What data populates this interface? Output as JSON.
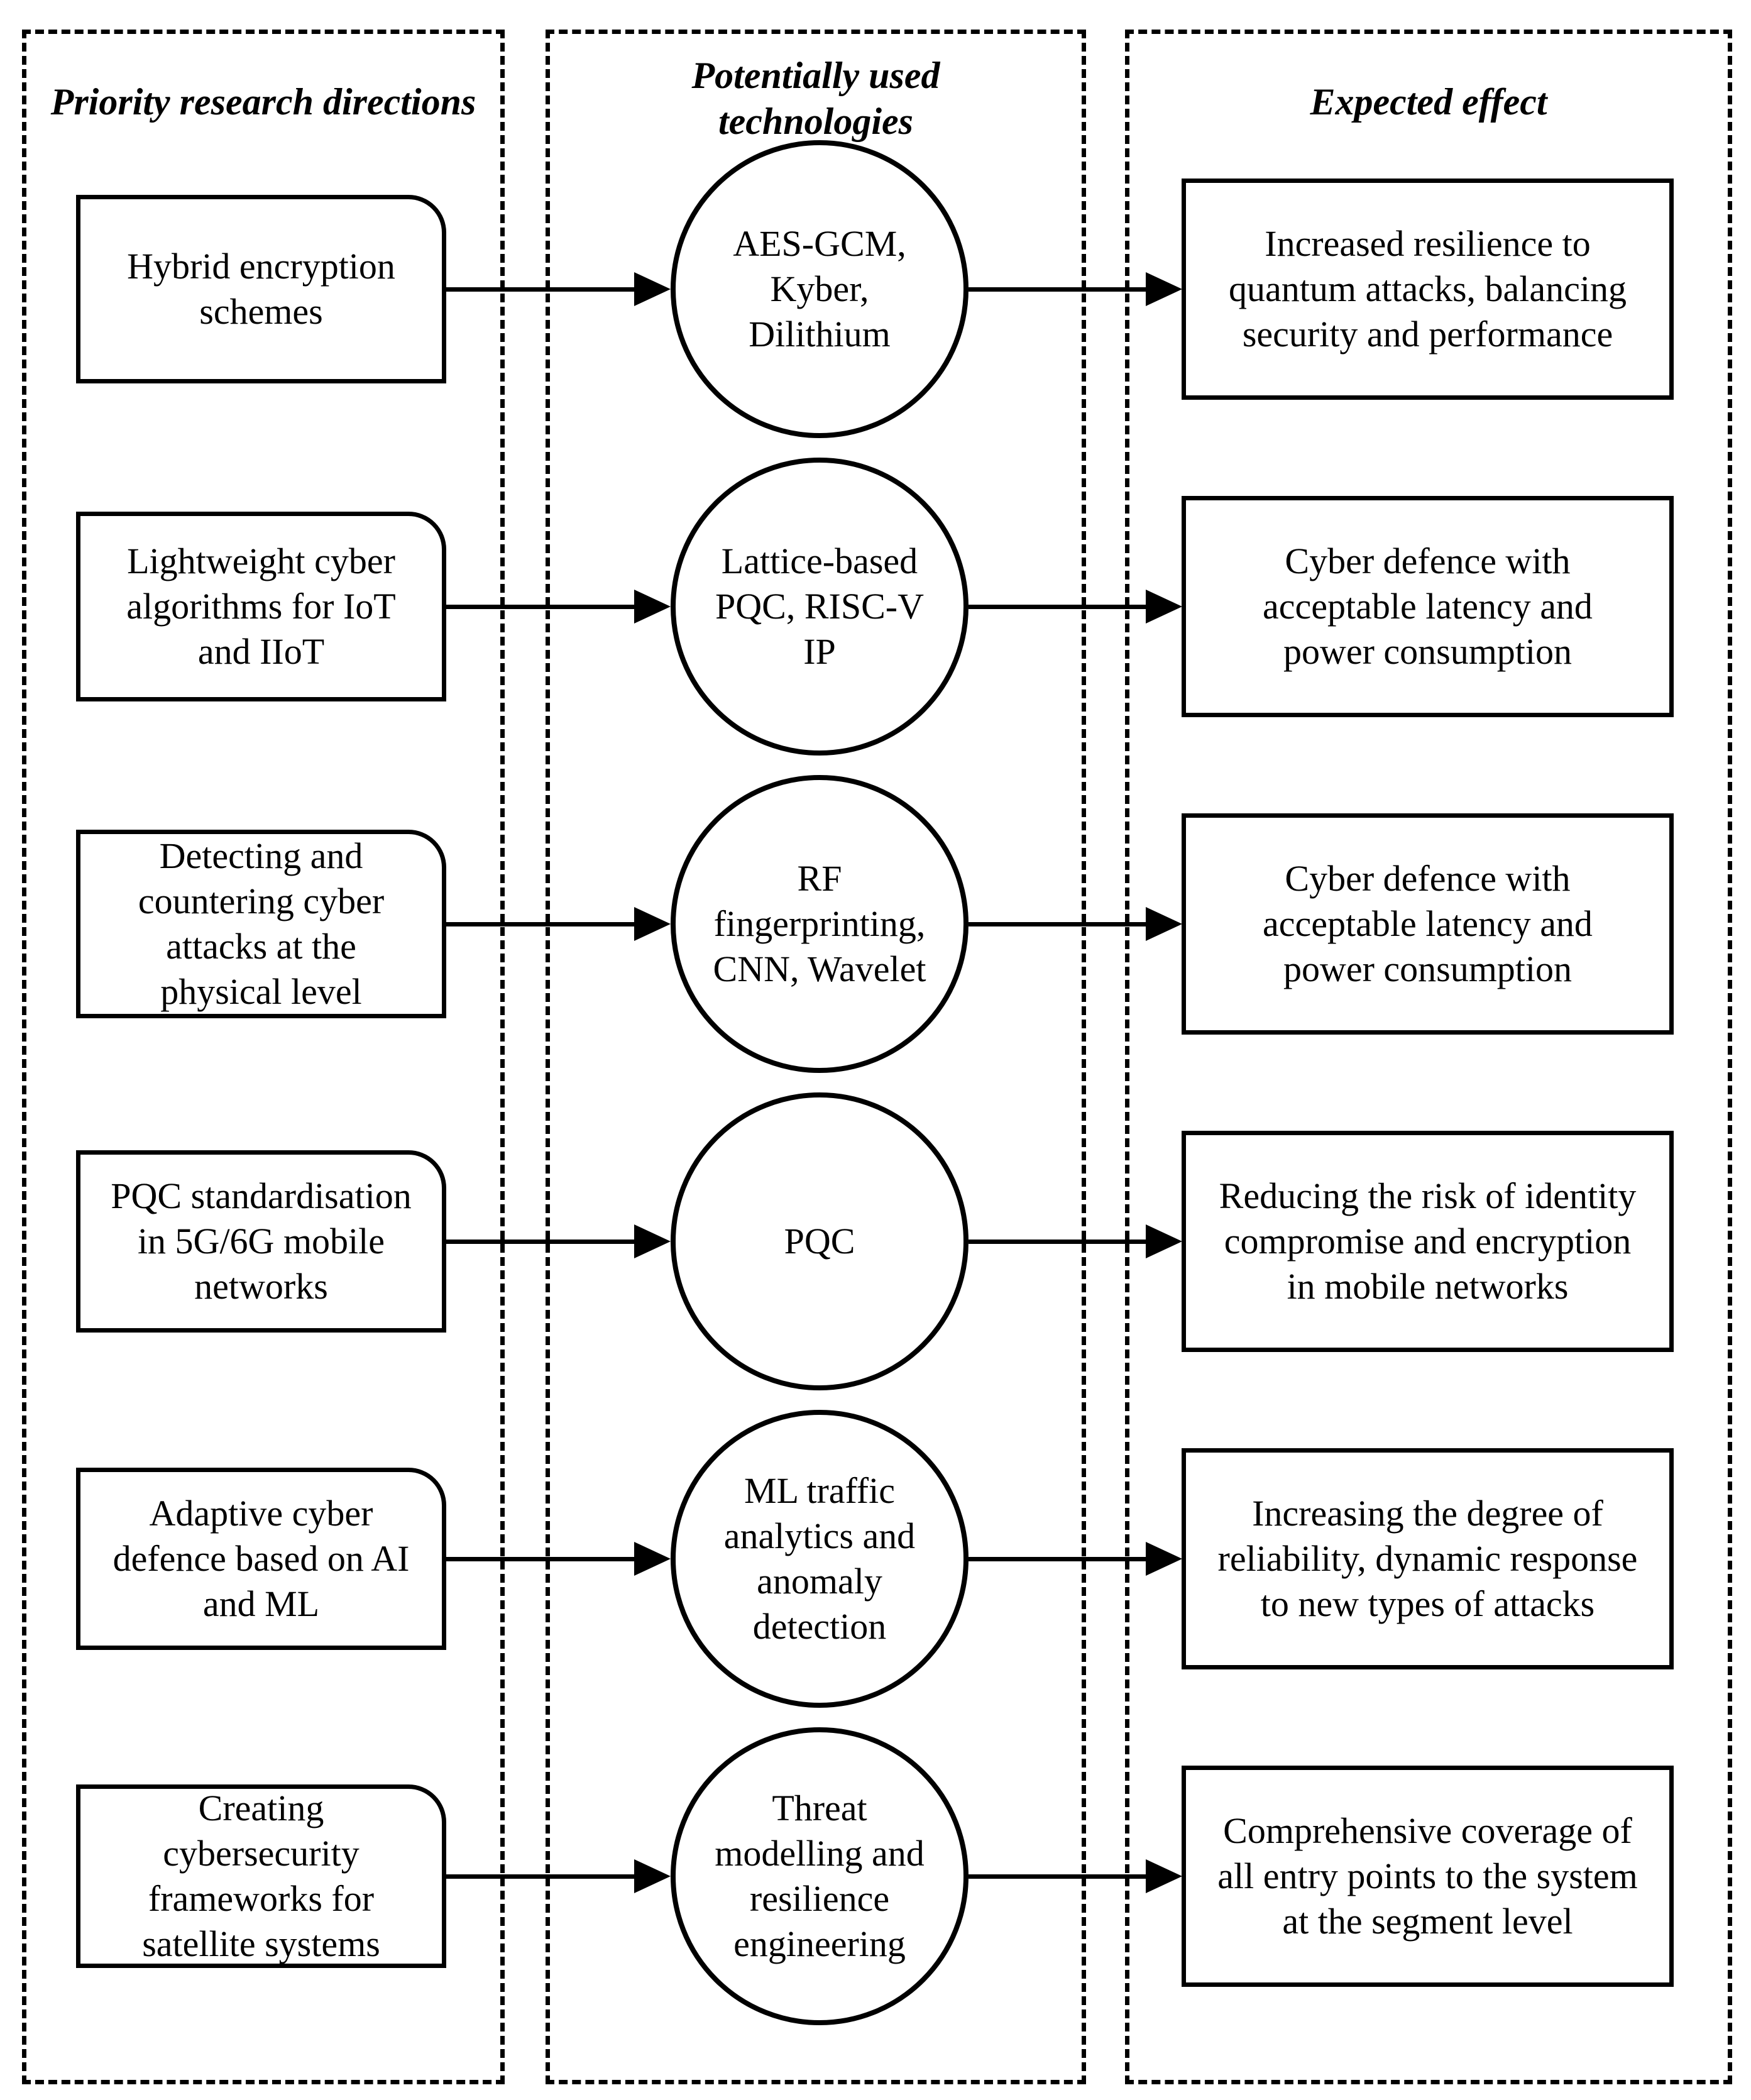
{
  "headers": {
    "directions": "Priority research directions",
    "technologies": "Potentially used\ntechnologies",
    "effect": "Expected effect"
  },
  "rows": [
    {
      "direction": "Hybrid encryption\nschemes",
      "technology": "AES-GCM,\nKyber,\nDilithium",
      "effect": "Increased resilience to\nquantum attacks, balancing\nsecurity and performance"
    },
    {
      "direction": "Lightweight cyber\nalgorithms for IoT\nand IIoT",
      "technology": "Lattice-based\nPQC, RISC-V\nIP",
      "effect": "Cyber defence with\nacceptable latency and\npower consumption"
    },
    {
      "direction": "Detecting and\ncountering cyber\nattacks at the\nphysical level",
      "technology": "RF\nfingerprinting,\nCNN, Wavelet",
      "effect": "Cyber defence with\nacceptable latency and\npower consumption"
    },
    {
      "direction": "PQC standardisation\nin 5G/6G mobile\nnetworks",
      "technology": "PQC",
      "effect": "Reducing the risk of identity\ncompromise and encryption\nin mobile networks"
    },
    {
      "direction": "Adaptive cyber\ndefence based on AI\nand ML",
      "technology": "ML traffic\nanalytics and\nanomaly\ndetection",
      "effect": "Increasing the degree of\nreliability, dynamic response\nto new types of attacks"
    },
    {
      "direction": "Creating\ncybersecurity\nframeworks for\nsatellite systems",
      "technology": "Threat\nmodelling and\nresilience\nengineering",
      "effect": "Comprehensive coverage of\nall entry points to the system\nat the segment level"
    }
  ]
}
